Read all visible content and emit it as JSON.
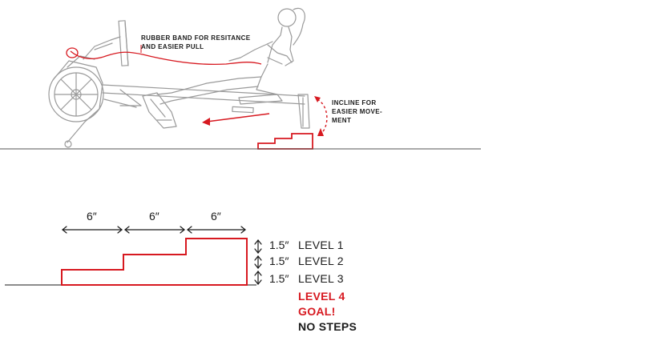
{
  "illustration": {
    "caption_band": [
      "RUBBER BAND FOR RESITANCE",
      "AND EASIER PULL"
    ],
    "caption_incline": [
      "INCLINE  FOR",
      "EASIER MOVE-",
      "MENT"
    ]
  },
  "step_diagram": {
    "widths": [
      "6″",
      "6″",
      "6″"
    ],
    "heights": [
      "1.5″",
      "1.5″",
      "1.5″"
    ],
    "levels": [
      "LEVEL 1",
      "LEVEL 2",
      "LEVEL 3"
    ],
    "goal": [
      "LEVEL 4",
      "GOAL!",
      "NO STEPS"
    ]
  },
  "colors": {
    "accent": "#d71920",
    "line": "#1a1a1a",
    "sketch": "#9a9a9a"
  }
}
